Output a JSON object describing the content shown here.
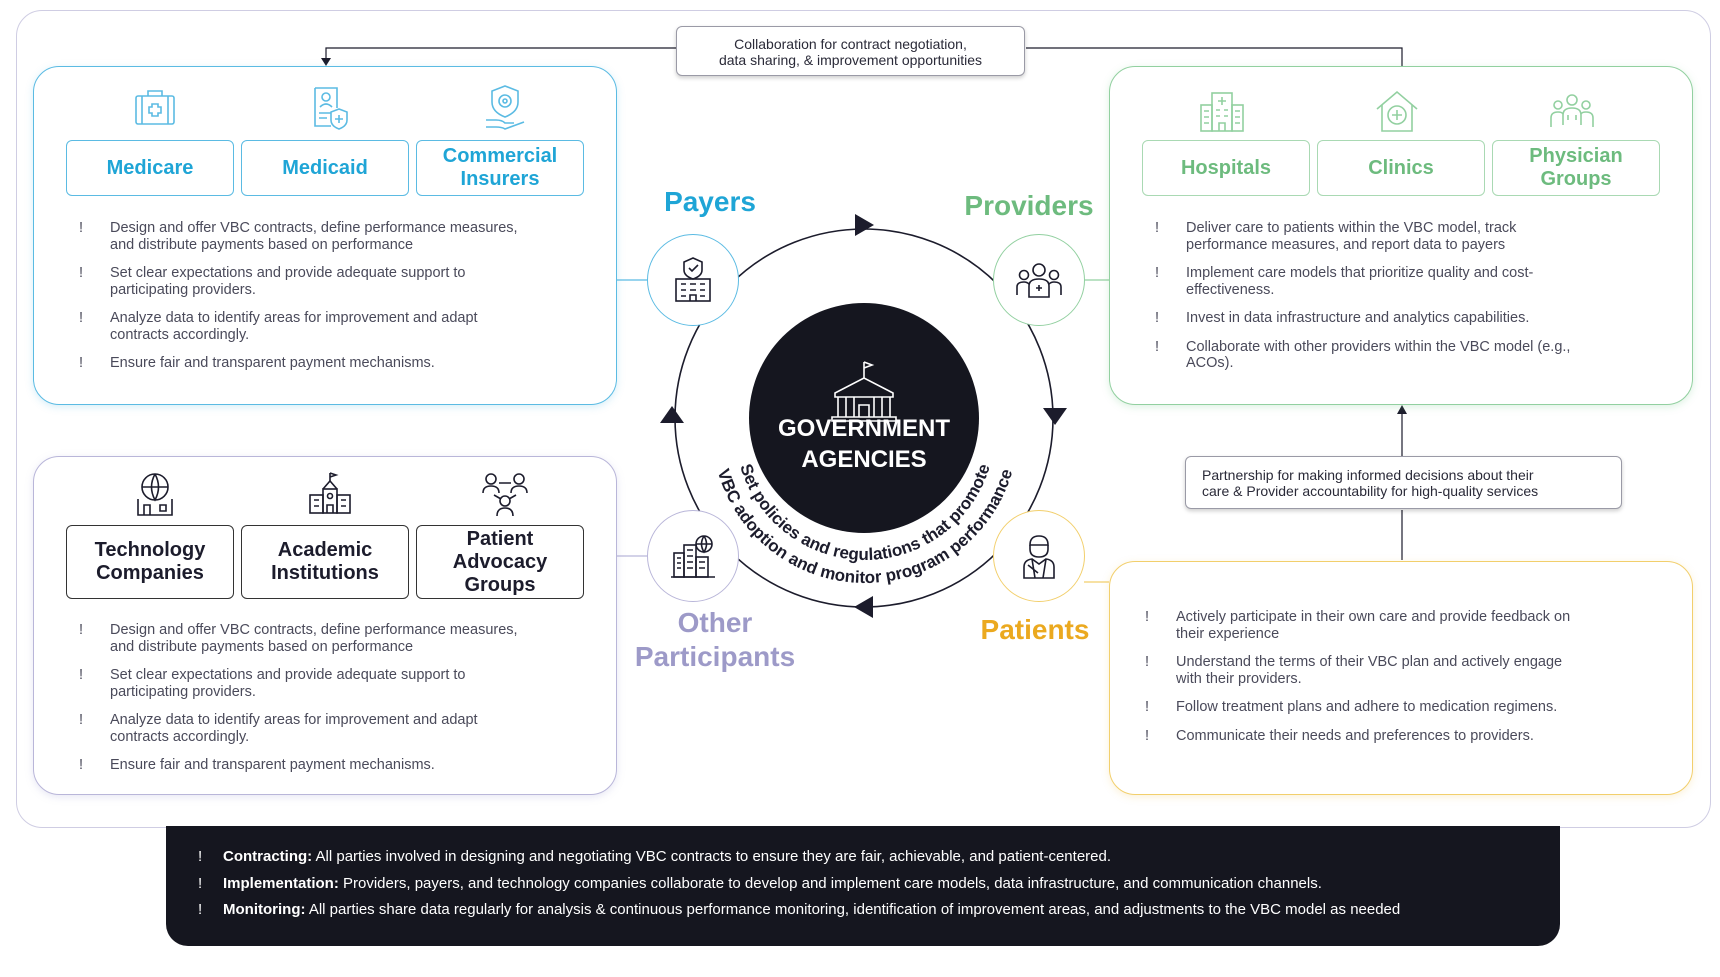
{
  "collab_note": {
    "line1": "Collaboration for contract negotiation,",
    "line2": "data sharing, & improvement opportunities"
  },
  "partnership_note": {
    "line1": "Partnership for making informed decisions about their",
    "line2": "care & Provider accountability for high-quality services"
  },
  "center": {
    "line1": "GOVERNMENT",
    "line2": "AGENCIES",
    "arc_text1": "Set policies and regulations that promote",
    "arc_text2": "VBC adoption and monitor program performance"
  },
  "payers": {
    "title": "Payers",
    "tiles": [
      {
        "line1": "Medicare",
        "line2": ""
      },
      {
        "line1": "Medicaid",
        "line2": ""
      },
      {
        "line1": "Commercial",
        "line2": "Insurers"
      }
    ],
    "bullets": [
      {
        "line1": "Design and offer VBC contracts, define performance measures,",
        "line2": "and distribute payments based on performance"
      },
      {
        "line1": "Set clear expectations and provide adequate support to",
        "line2": "participating providers."
      },
      {
        "line1": "Analyze data to identify areas for improvement and adapt",
        "line2": "contracts accordingly."
      },
      {
        "line1": "Ensure fair and transparent payment mechanisms.",
        "line2": ""
      }
    ]
  },
  "providers": {
    "title": "Providers",
    "tiles": [
      {
        "line1": "Hospitals",
        "line2": ""
      },
      {
        "line1": "Clinics",
        "line2": ""
      },
      {
        "line1": "Physician",
        "line2": "Groups"
      }
    ],
    "bullets": [
      {
        "line1": "Deliver care to patients within the VBC model, track",
        "line2": "performance measures, and report data to payers"
      },
      {
        "line1": "Implement care models that prioritize quality and cost-",
        "line2": "effectiveness."
      },
      {
        "line1": "Invest in data infrastructure and analytics capabilities.",
        "line2": ""
      },
      {
        "line1": "Collaborate with other providers within the VBC model (e.g.,",
        "line2": "ACOs)."
      }
    ]
  },
  "other": {
    "title_line1": "Other",
    "title_line2": "Participants",
    "tiles": [
      {
        "line1": "Technology",
        "line2": "Companies",
        "line3": ""
      },
      {
        "line1": "Academic",
        "line2": "Institutions",
        "line3": ""
      },
      {
        "line1": "Patient",
        "line2": "Advocacy",
        "line3": "Groups"
      }
    ],
    "bullets": [
      {
        "line1": "Design and offer VBC contracts, define performance measures,",
        "line2": "and distribute payments based on performance"
      },
      {
        "line1": "Set clear expectations and provide adequate support to",
        "line2": "participating providers."
      },
      {
        "line1": "Analyze data to identify areas for improvement and adapt",
        "line2": "contracts accordingly."
      },
      {
        "line1": "Ensure fair and transparent payment mechanisms.",
        "line2": ""
      }
    ]
  },
  "patients": {
    "title": "Patients",
    "bullets": [
      {
        "line1": "Actively participate in their own care and provide feedback on",
        "line2": "their experience"
      },
      {
        "line1": "Understand the terms of their VBC plan and actively engage",
        "line2": "with their providers."
      },
      {
        "line1": "Follow treatment plans and adhere to medication regimens.",
        "line2": ""
      },
      {
        "line1": "Communicate their needs and preferences to providers.",
        "line2": ""
      }
    ]
  },
  "bottom": {
    "bang": "!",
    "items": [
      {
        "label": "Contracting:",
        "text": " All parties involved in designing and negotiating VBC contracts to ensure they are fair, achievable, and patient-centered."
      },
      {
        "label": "Implementation:",
        "text": " Providers, payers, and technology companies collaborate to develop and implement care models, data infrastructure, and communication channels."
      },
      {
        "label": "Monitoring:",
        "text": " All parties share data regularly for analysis & continuous performance monitoring, identification of improvement areas, and adjustments to the VBC model as needed"
      }
    ]
  },
  "bang": "!",
  "colors": {
    "payers": "#1fa5d6",
    "providers": "#6dbb7e",
    "other": "#9d9ac8",
    "patients": "#eba91f",
    "dark": "#15161f"
  },
  "icons": {
    "payers_tiles": [
      "medical-kit-icon",
      "medical-record-icon",
      "insurance-shield-icon"
    ],
    "providers_tiles": [
      "hospital-building-icon",
      "clinic-icon",
      "physician-group-icon"
    ],
    "other_tiles": [
      "globe-building-icon",
      "academic-building-icon",
      "people-network-icon"
    ],
    "badges": [
      "shield-building-icon",
      "people-group-icon",
      "patient-icon",
      "city-globe-icon",
      "government-building-icon"
    ]
  }
}
